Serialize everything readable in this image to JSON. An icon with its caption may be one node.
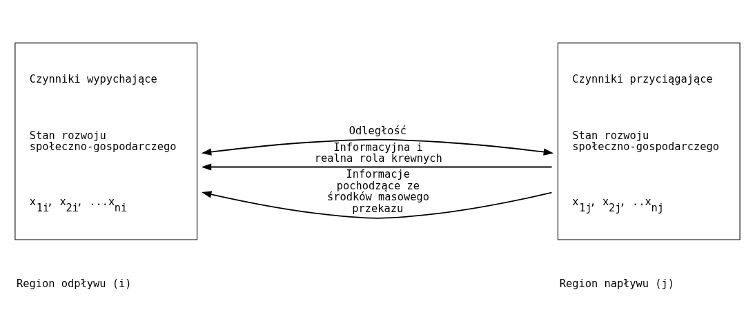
{
  "diagram": {
    "nodes": [
      {
        "text": [
          "Czynniki wypychające",
          "Stan rozwoju społeczno-gospodarczego",
          "x$_{1i}$, x$_{2i}$, ...x$_{ni}$"
        ],
        "beside": [
          "Region odpływu (i)"
        ]
      },
      {
        "text": [
          "Czynniki przyciągające",
          "Stan rozwoju społeczno-gospodarczego",
          "x$_{1j}$, x$_{2j}$, ..x$_{nj}$"
        ],
        "beside": [
          "Region napływu (j)"
        ]
      }
    ],
    "edges": [
      {
        "from": 1,
        "to": 0,
        "arrow": "to",
        "label": "Informacyjna i realna rola krewnych"
      },
      {
        "from": 1,
        "to": 0,
        "arrow": "to",
        "label": "Informacje pochodzące ze środków masowego przekazu"
      },
      {
        "from": 0,
        "to": 1,
        "arrow": "both",
        "label": "Odległość"
      }
    ]
  }
}
